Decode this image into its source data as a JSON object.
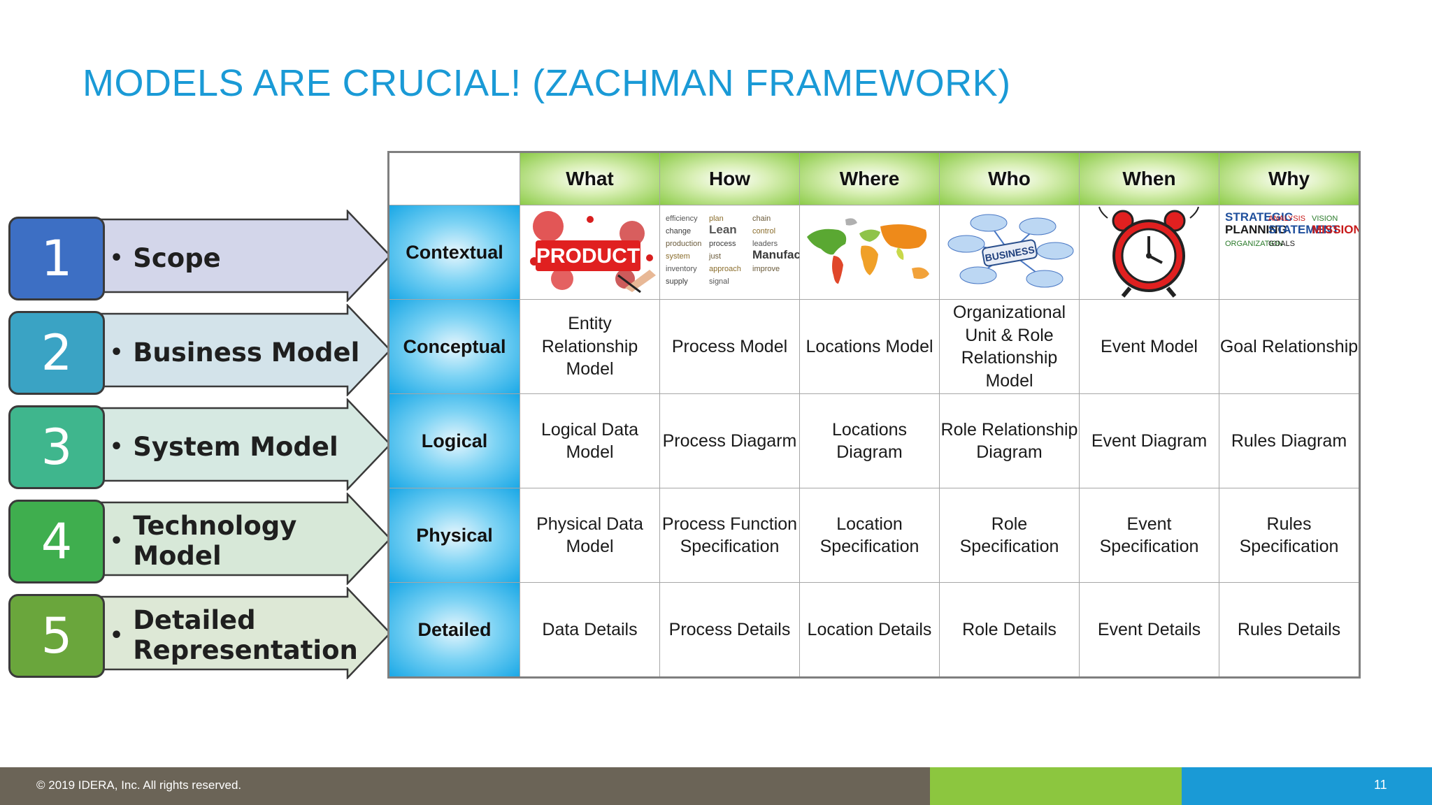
{
  "title": "MODELS ARE CRUCIAL! (ZACHMAN FRAMEWORK)",
  "levels": [
    {
      "number": "1",
      "label": "Scope",
      "color": "#3d6fc4",
      "arrow_fill": "#d3d6ea"
    },
    {
      "number": "2",
      "label": "Business Model",
      "color": "#3aa3c4",
      "arrow_fill": "#d3e3ea"
    },
    {
      "number": "3",
      "label": "System Model",
      "color": "#3fb68d",
      "arrow_fill": "#d6e9e2"
    },
    {
      "number": "4",
      "label": "Technology Model",
      "color": "#3fae4e",
      "arrow_fill": "#d7e8d8"
    },
    {
      "number": "5",
      "label": "Detailed Representation",
      "color": "#6aa63c",
      "arrow_fill": "#dde8d6"
    }
  ],
  "columns": [
    "What",
    "How",
    "Where",
    "Who",
    "When",
    "Why"
  ],
  "rows": [
    {
      "header": "Contextual",
      "cells": [
        "product-image",
        "manufacturing-word-cloud-image",
        "world-map-image",
        "business-diagram-image",
        "alarm-clock-image",
        "strategic-planning-word-cloud-image"
      ]
    },
    {
      "header": "Conceptual",
      "cells": [
        "Entity Relationship Model",
        "Process Model",
        "Locations Model",
        "Organizational Unit & Role Relationship Model",
        "Event Model",
        "Goal Relationship"
      ]
    },
    {
      "header": "Logical",
      "cells": [
        "Logical Data Model",
        "Process Diagarm",
        "Locations Diagram",
        "Role Relationship Diagram",
        "Event Diagram",
        "Rules Diagram"
      ]
    },
    {
      "header": "Physical",
      "cells": [
        "Physical Data Model",
        "Process Function Specification",
        "Location Specification",
        "Role Specification",
        "Event Specification",
        "Rules Specification"
      ]
    },
    {
      "header": "Detailed",
      "cells": [
        "Data Details",
        "Process Details",
        "Location Details",
        "Role Details",
        "Event Details",
        "Rules Details"
      ]
    }
  ],
  "images": {
    "product_text": "PRODUCT",
    "manufacturing_words": [
      "efficiency",
      "plan",
      "chain",
      "change",
      "Lean",
      "control",
      "production",
      "process",
      "leaders",
      "system",
      "just",
      "Manufacturing",
      "inventory",
      "approach",
      "improve",
      "supply",
      "signal"
    ],
    "business_text": "BUSINESS",
    "strategy_words": [
      "STRATEGIC",
      "ANALYSIS",
      "VISION",
      "PLANNING",
      "STATEMENT",
      "MISSION",
      "ORGANIZATION",
      "GOALS"
    ]
  },
  "footer": {
    "copyright": "© 2019 IDERA, Inc. All rights reserved.",
    "page_number": "11"
  }
}
